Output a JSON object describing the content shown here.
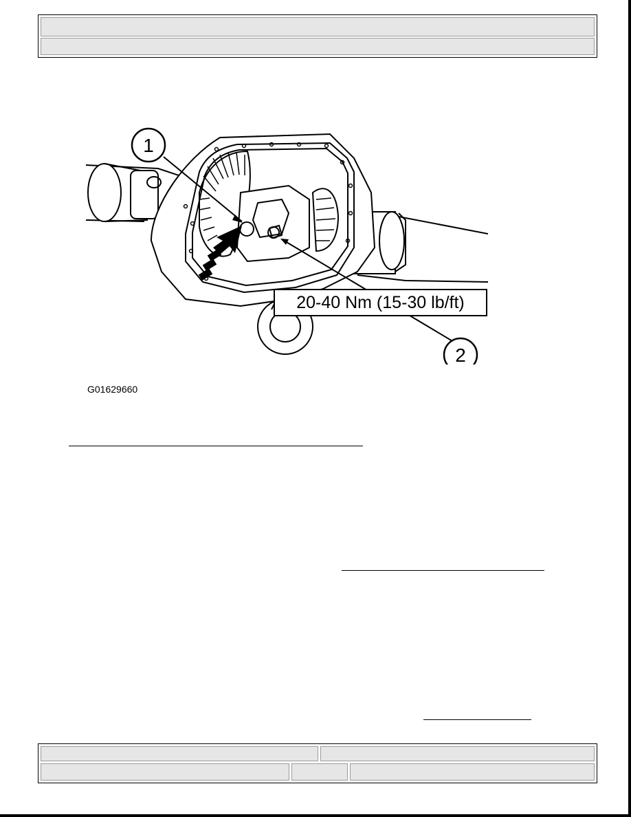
{
  "figure": {
    "id": "G01629660",
    "torque_label": "20-40 Nm (15-30 lb/ft)",
    "callouts": [
      "1",
      "2"
    ]
  }
}
